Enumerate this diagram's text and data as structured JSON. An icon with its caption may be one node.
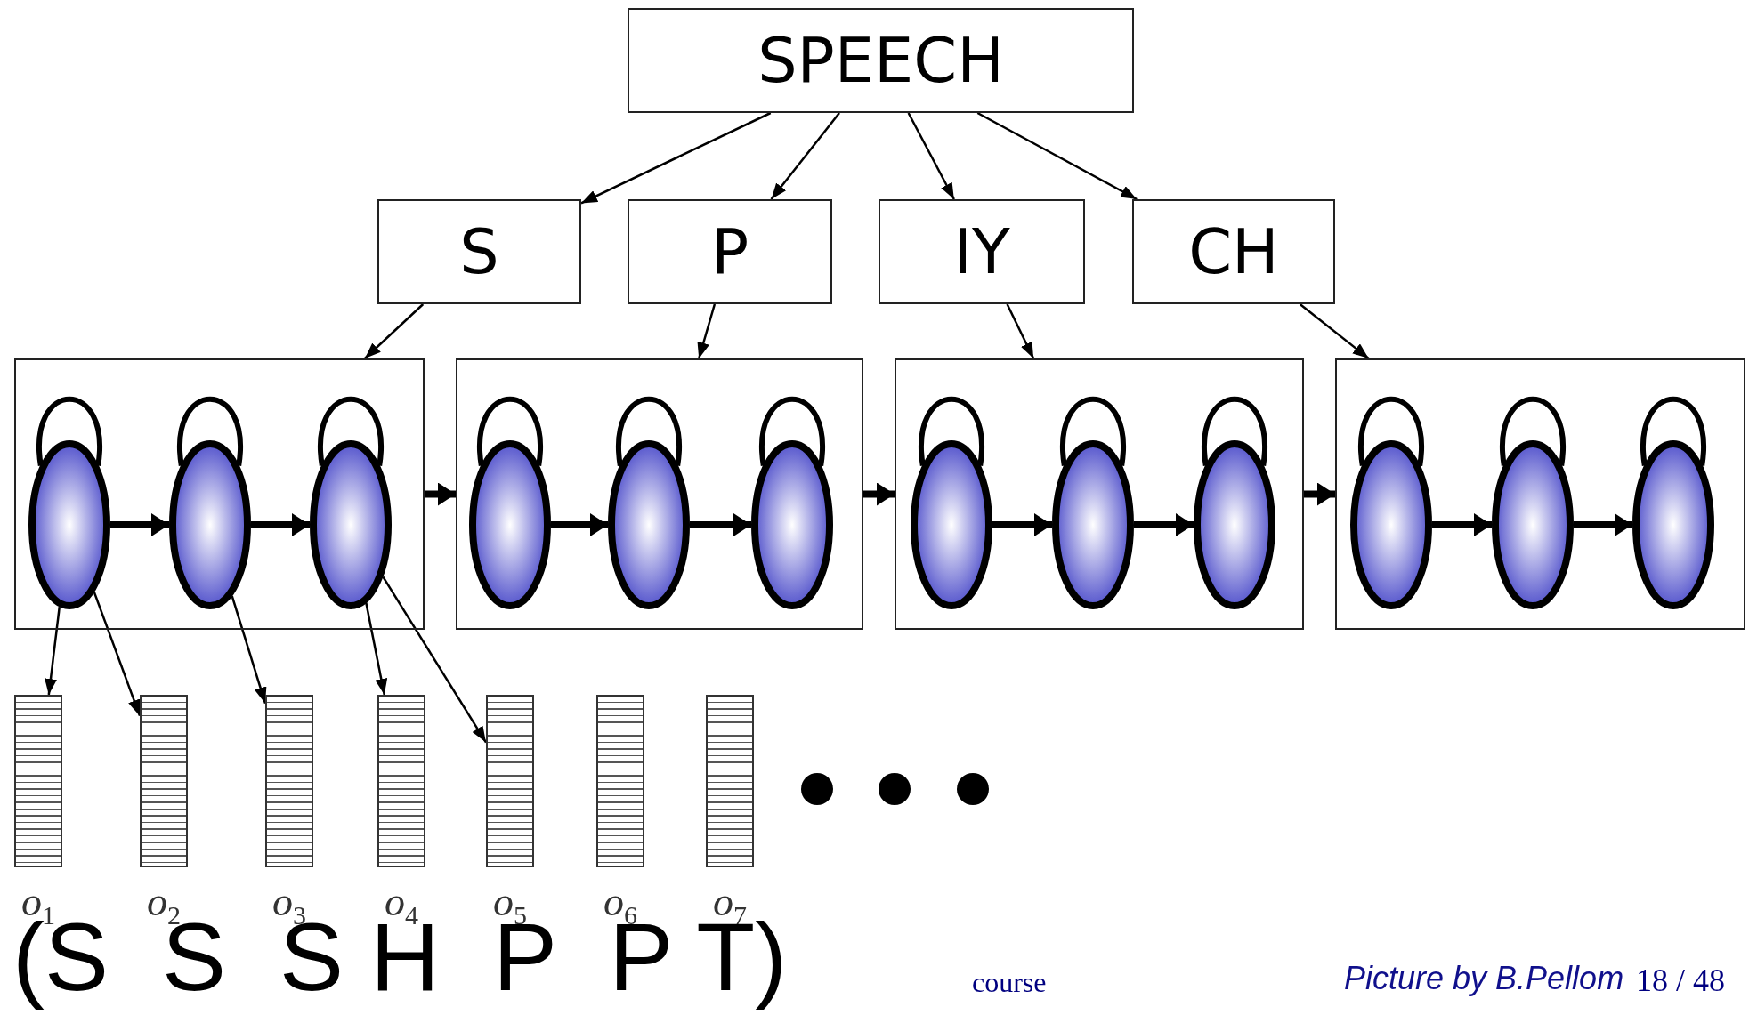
{
  "diagram": {
    "nodes": [
      {
        "text": [
          "SPEECH"
        ]
      },
      {
        "text": [
          "S"
        ]
      },
      {
        "text": [
          "P"
        ]
      },
      {
        "text": [
          "IY"
        ]
      },
      {
        "text": [
          "CH"
        ]
      },
      {
        "text": [],
        "shape": "box"
      },
      {
        "text": [],
        "shape": "box"
      },
      {
        "text": [],
        "shape": "box"
      },
      {
        "text": [],
        "shape": "box"
      },
      {
        "text": [],
        "shape": "circle",
        "in": 5
      },
      {
        "text": [],
        "shape": "circle",
        "in": 5
      },
      {
        "text": [],
        "shape": "circle",
        "in": 5
      },
      {
        "text": [],
        "shape": "circle",
        "in": 6
      },
      {
        "text": [],
        "shape": "circle",
        "in": 6
      },
      {
        "text": [],
        "shape": "circle",
        "in": 6
      },
      {
        "text": [],
        "shape": "circle",
        "in": 7
      },
      {
        "text": [],
        "shape": "circle",
        "in": 7
      },
      {
        "text": [],
        "shape": "circle",
        "in": 7
      },
      {
        "text": [],
        "shape": "circle",
        "in": 8
      },
      {
        "text": [],
        "shape": "circle",
        "in": 8
      },
      {
        "text": [],
        "shape": "circle",
        "in": 8
      },
      {
        "text": [],
        "shape": "bar",
        "beside": [
          "*o*$_{1}$"
        ]
      },
      {
        "text": [],
        "shape": "bar",
        "beside": [
          "*o*$_{2}$"
        ]
      },
      {
        "text": [],
        "shape": "bar",
        "beside": [
          "*o*$_{3}$"
        ]
      },
      {
        "text": [],
        "shape": "bar",
        "beside": [
          "*o*$_{4}$"
        ]
      },
      {
        "text": [],
        "shape": "bar",
        "beside": [
          "*o*$_{5}$"
        ]
      },
      {
        "text": [],
        "shape": "bar",
        "beside": [
          "*o*$_{6}$"
        ]
      },
      {
        "text": [],
        "shape": "bar",
        "beside": [
          "*o*$_{7}$"
        ]
      }
    ],
    "edges": [
      {
        "from": 0,
        "to": 1,
        "arrow": "to"
      },
      {
        "from": 0,
        "to": 2,
        "arrow": "to"
      },
      {
        "from": 0,
        "to": 3,
        "arrow": "to"
      },
      {
        "from": 0,
        "to": 4,
        "arrow": "to"
      },
      {
        "from": 1,
        "to": 5,
        "arrow": "to"
      },
      {
        "from": 2,
        "to": 6,
        "arrow": "to"
      },
      {
        "from": 3,
        "to": 7,
        "arrow": "to"
      },
      {
        "from": 4,
        "to": 8,
        "arrow": "to"
      },
      {
        "from": 9,
        "to": 9,
        "arrow": "none"
      },
      {
        "from": 10,
        "to": 10,
        "arrow": "none"
      },
      {
        "from": 11,
        "to": 11,
        "arrow": "none"
      },
      {
        "from": 12,
        "to": 12,
        "arrow": "none"
      },
      {
        "from": 13,
        "to": 13,
        "arrow": "none"
      },
      {
        "from": 14,
        "to": 14,
        "arrow": "none"
      },
      {
        "from": 15,
        "to": 15,
        "arrow": "none"
      },
      {
        "from": 16,
        "to": 16,
        "arrow": "none"
      },
      {
        "from": 17,
        "to": 17,
        "arrow": "none"
      },
      {
        "from": 18,
        "to": 18,
        "arrow": "none"
      },
      {
        "from": 19,
        "to": 19,
        "arrow": "none"
      },
      {
        "from": 20,
        "to": 20,
        "arrow": "none"
      },
      {
        "from": 9,
        "to": 10,
        "arrow": "to"
      },
      {
        "from": 10,
        "to": 11,
        "arrow": "to"
      },
      {
        "from": 12,
        "to": 13,
        "arrow": "to"
      },
      {
        "from": 13,
        "to": 14,
        "arrow": "to"
      },
      {
        "from": 15,
        "to": 16,
        "arrow": "to"
      },
      {
        "from": 16,
        "to": 17,
        "arrow": "to"
      },
      {
        "from": 18,
        "to": 19,
        "arrow": "to"
      },
      {
        "from": 19,
        "to": 20,
        "arrow": "to"
      },
      {
        "from": 5,
        "to": 6,
        "arrow": "to"
      },
      {
        "from": 6,
        "to": 7,
        "arrow": "to"
      },
      {
        "from": 7,
        "to": 8,
        "arrow": "to"
      },
      {
        "from": 9,
        "to": 21,
        "arrow": "to"
      },
      {
        "from": 9,
        "to": 22,
        "arrow": "to"
      },
      {
        "from": 10,
        "to": 23,
        "arrow": "to"
      },
      {
        "from": 11,
        "to": 24,
        "arrow": "to"
      },
      {
        "from": 11,
        "to": 25,
        "arrow": "to"
      }
    ],
    "labels": [
      "(S  S  S H  P  P T)",
      "course",
      "Picture by B.Pellom",
      "18 / 48"
    ]
  }
}
